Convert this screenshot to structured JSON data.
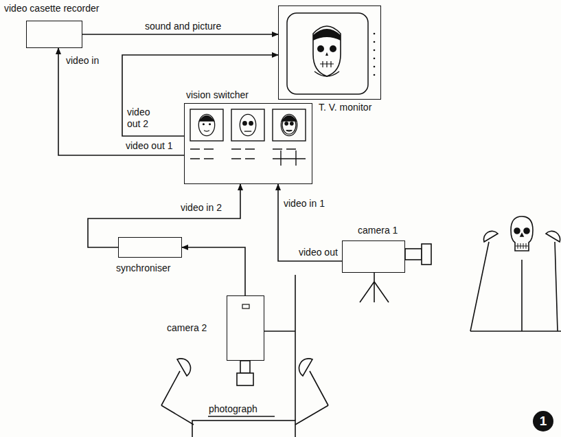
{
  "diagram": {
    "nodes": [
      {
        "text": [
          "video casette recorder"
        ]
      },
      {
        "text": [
          "T. V. monitor"
        ]
      },
      {
        "text": [
          "vision switcher"
        ]
      },
      {
        "text": [
          "synchroniser"
        ]
      },
      {
        "text": [
          "camera 1"
        ]
      },
      {
        "text": [
          "camera 2"
        ]
      }
    ],
    "edges": [
      {
        "from": 0,
        "to": 1,
        "label": "sound and picture",
        "arrow": "to"
      },
      {
        "from": 2,
        "to": 1,
        "label": "video out 2",
        "arrow": "to"
      },
      {
        "from": 2,
        "to": 0,
        "label": "video out 1",
        "arrow": "to"
      },
      {
        "from": 3,
        "to": 2,
        "label": "video in 2",
        "arrow": "to"
      },
      {
        "from": 4,
        "to": 2,
        "label": "video in 1",
        "arrow": "to"
      },
      {
        "from": 5,
        "to": 3,
        "arrow": "to"
      }
    ],
    "labels": [
      "video in",
      "video out",
      "photograph",
      "1"
    ]
  }
}
